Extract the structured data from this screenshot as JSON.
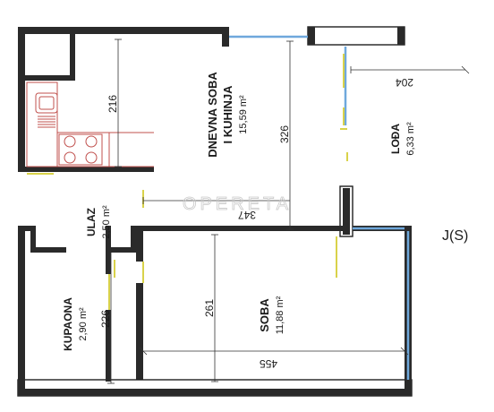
{
  "colors": {
    "wall": "#1f1f1f",
    "window": "#6fa8dc",
    "door": "#d9d24a",
    "kitchen": "#c0504d",
    "dim": "#333333"
  },
  "watermark": "OPERETA",
  "unit_label": "J(S)",
  "rooms": {
    "dnevna": {
      "name_line1": "DNEVNA SOBA",
      "name_line2": "I KUHINJA",
      "area": "15,59 m²"
    },
    "lodja": {
      "name": "LOĐA",
      "area": "6,33 m²"
    },
    "ulaz": {
      "name": "ULAZ",
      "area": "2,50 m²"
    },
    "soba": {
      "name": "SOBA",
      "area": "11,88 m²"
    },
    "kupaona": {
      "name": "KUPAONA",
      "area": "2,90 m²"
    }
  },
  "dimensions": {
    "d216": "216",
    "d326": "326",
    "d204": "204",
    "d347": "347",
    "d261": "261",
    "d226": "226",
    "d455": "455"
  }
}
